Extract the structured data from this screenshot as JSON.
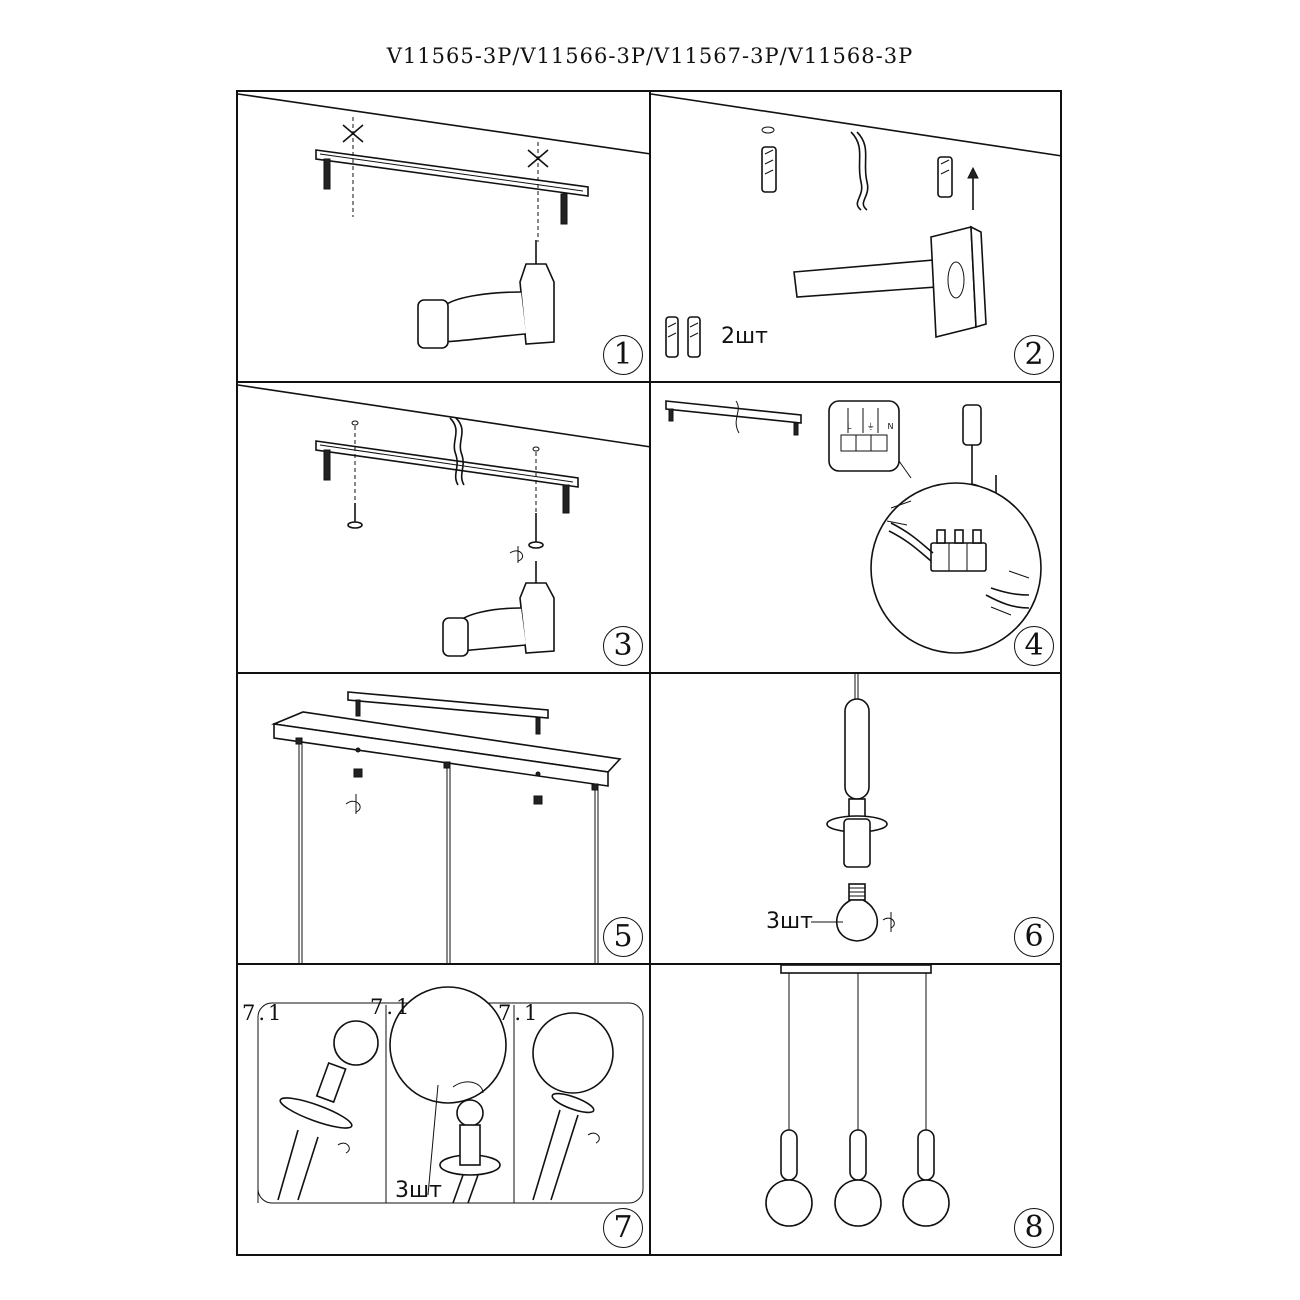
{
  "document": {
    "title": "V11565-3P/V11566-3P/V11567-3P/V11568-3P"
  },
  "steps": [
    {
      "number": "1"
    },
    {
      "number": "2",
      "quantity": "2шт"
    },
    {
      "number": "3"
    },
    {
      "number": "4",
      "terminal_labels": [
        "L",
        "⏚",
        "N"
      ]
    },
    {
      "number": "5"
    },
    {
      "number": "6",
      "quantity": "3шт"
    },
    {
      "number": "7",
      "quantity": "3шт",
      "sub_labels": [
        "7.1",
        "7.1",
        "7.1"
      ]
    },
    {
      "number": "8"
    }
  ]
}
